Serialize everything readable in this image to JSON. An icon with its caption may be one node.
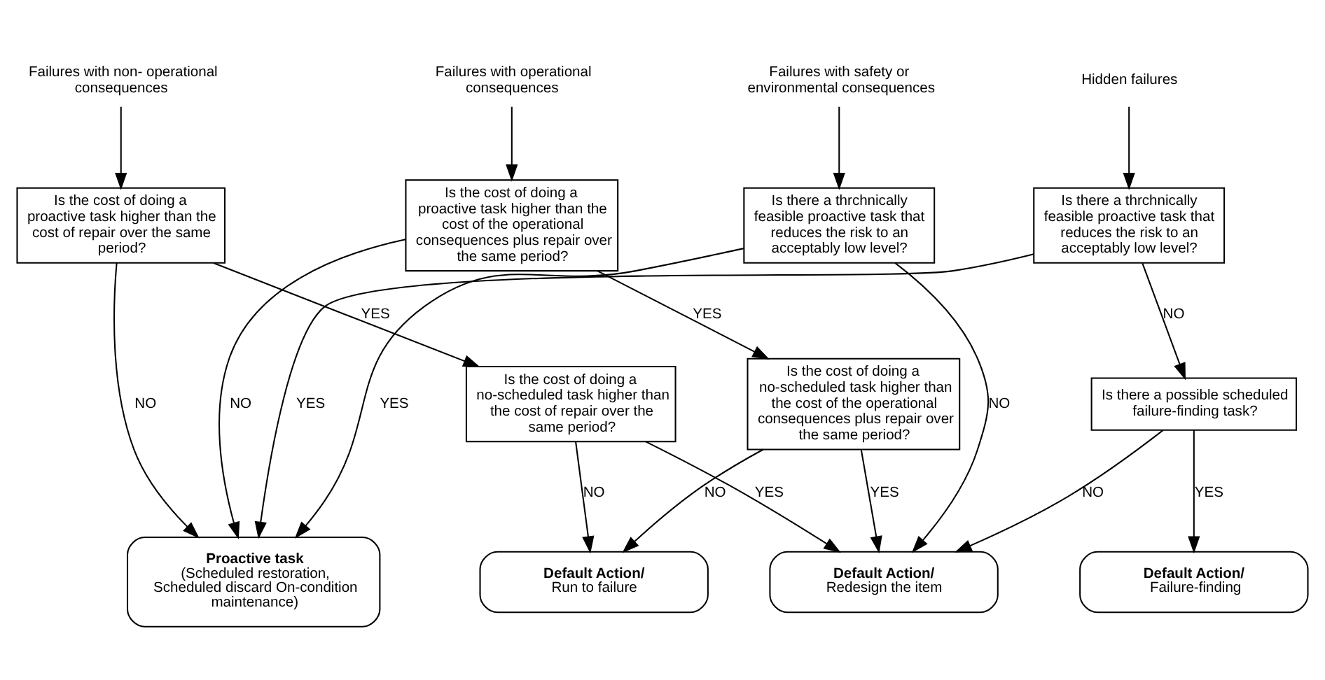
{
  "diagram": {
    "nodes": [
      {
        "text": [
          "Hidden failures"
        ]
      },
      {
        "text": [
          "Failures with safety or environmental consequences"
        ]
      },
      {
        "text": [
          "Failures with operational consequences"
        ]
      },
      {
        "text": [
          "Failures with non- operational consequences"
        ]
      },
      {
        "text": [
          "Is there a thrchnically feasible proactive task that reduces the risk to an acceptably low level?"
        ]
      },
      {
        "text": [
          "Is there a thrchnically feasible proactive task that reduces the risk to an acceptably low level?"
        ]
      },
      {
        "text": [
          "Is the cost of doing a proactive task higher than the cost of the operational consequences plus repair over the same period?"
        ]
      },
      {
        "text": [
          "Is the cost of doing a proactive task higher than the cost of repair over the same period?"
        ]
      },
      {
        "text": [
          "Is there a possible scheduled failure-finding task?"
        ]
      },
      {
        "text": [
          "Is the cost of doing a no-scheduled task higher than the cost of the operational consequences plus repair over the same period?"
        ]
      },
      {
        "text": [
          "Is the cost of doing a no-scheduled task higher than the cost of repair over the same period?"
        ]
      },
      {
        "text": [
          "Default Action/",
          "Failure-finding"
        ]
      },
      {
        "text": [
          "Default Action/",
          "Redesign the item"
        ]
      },
      {
        "text": [
          "Proactive task",
          "(Scheduled restoration, Scheduled discard On-condition maintenance)"
        ]
      },
      {
        "text": [
          "Default Action/",
          "Run to failure"
        ]
      }
    ],
    "edges": [
      {
        "from": 0,
        "to": 4,
        "arrow": "to"
      },
      {
        "from": 1,
        "to": 5,
        "arrow": "to"
      },
      {
        "from": 2,
        "to": 6,
        "arrow": "to"
      },
      {
        "from": 3,
        "to": 7,
        "arrow": "to"
      },
      {
        "from": 4,
        "to": 8,
        "arrow": "to",
        "label": "NO"
      },
      {
        "from": 4,
        "to": 13,
        "arrow": "to",
        "label": "YES"
      },
      {
        "from": 8,
        "to": 11,
        "arrow": "to",
        "label": "YES"
      },
      {
        "from": 8,
        "to": 12,
        "arrow": "to",
        "label": "NO"
      },
      {
        "from": 5,
        "to": 12,
        "arrow": "to",
        "label": "NO"
      },
      {
        "from": 5,
        "to": 13,
        "arrow": "to",
        "label": "YES"
      },
      {
        "from": 6,
        "to": 9,
        "arrow": "to",
        "label": "YES"
      },
      {
        "from": 6,
        "to": 13,
        "arrow": "to",
        "label": "NO"
      },
      {
        "from": 9,
        "to": 12,
        "arrow": "to",
        "label": "YES"
      },
      {
        "from": 9,
        "to": 14,
        "arrow": "to",
        "label": "NO"
      },
      {
        "from": 7,
        "to": 10,
        "arrow": "to",
        "label": "YES"
      },
      {
        "from": 7,
        "to": 13,
        "arrow": "to",
        "label": "NO"
      },
      {
        "from": 10,
        "to": 14,
        "arrow": "to",
        "label": "NO"
      },
      {
        "from": 10,
        "to": 12,
        "arrow": "to",
        "label": "YES"
      }
    ]
  }
}
